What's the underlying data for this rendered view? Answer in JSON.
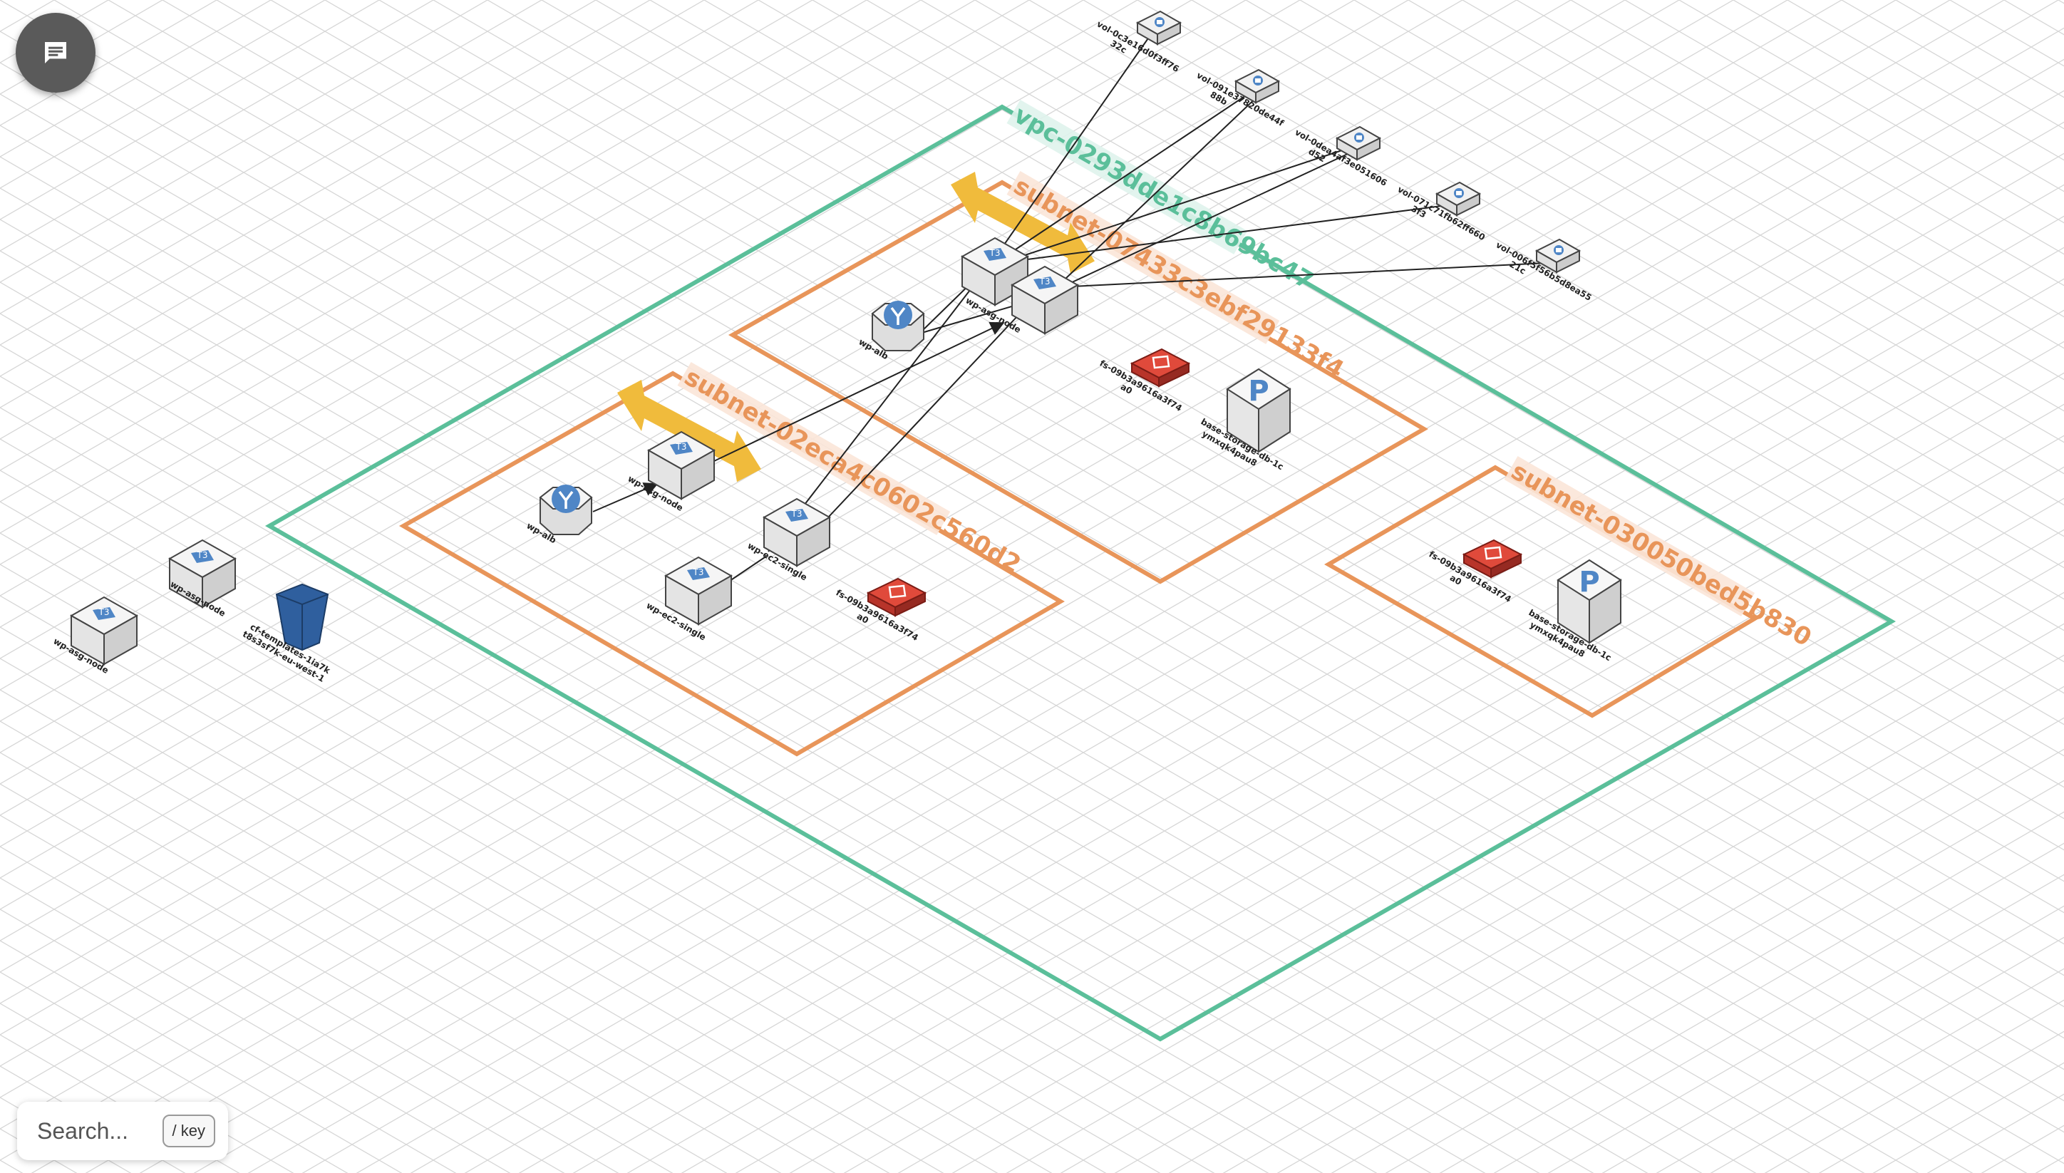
{
  "vpc": {
    "label": "vpc-0293dde1c8b69bc47",
    "color": "#5bbf9a"
  },
  "subnets": [
    {
      "id": "subnet-a",
      "label": "subnet-07433c3ebf29133f4",
      "color": "#e8955a"
    },
    {
      "id": "subnet-b",
      "label": "subnet-02eca4c0602c560d2",
      "color": "#e8955a"
    },
    {
      "id": "subnet-c",
      "label": "subnet-030050bed5b830",
      "color": "#e8955a"
    }
  ],
  "volumes": [
    {
      "line1": "vol-0c3e16d0f3ff76",
      "line2": "32c"
    },
    {
      "line1": "vol-091e37820de44f",
      "line2": "88b"
    },
    {
      "line1": "vol-0dea4af3e051606",
      "line2": "d52"
    },
    {
      "line1": "vol-071c71fb62ff660",
      "line2": "3f3"
    },
    {
      "line1": "vol-006f5f56b5d8ea55",
      "line2": "21c"
    }
  ],
  "nodes": {
    "asg_a1": {
      "label": "wp-asg-node",
      "chip": "T3"
    },
    "asg_a2": {
      "label": "",
      "chip": "T3"
    },
    "alb_a": {
      "label": "wp-alb"
    },
    "efs_a": {
      "line1": "fs-09b3a9616a3f74",
      "line2": "a0"
    },
    "rds_a": {
      "line1": "base-storage-db-1c",
      "line2": "ymxqk4pau8"
    },
    "asg_b": {
      "label": "wp-asg-node",
      "chip": "T3"
    },
    "alb_b": {
      "label": "wp-alb"
    },
    "ec2_b1": {
      "label": "wp-ec2-single",
      "chip": "T3"
    },
    "ec2_b2": {
      "label": "wp-ec2-single",
      "chip": "T3"
    },
    "efs_b": {
      "line1": "fs-09b3a9616a3f74",
      "line2": "a0"
    },
    "efs_c": {
      "line1": "fs-09b3a9616a3f74",
      "line2": "a0"
    },
    "rds_c": {
      "line1": "base-storage-db-1c",
      "line2": "ymxqk4pau8"
    },
    "out1": {
      "label": "wp-asg-node",
      "chip": "T3"
    },
    "out2": {
      "label": "wp-asg-node",
      "chip": "T3"
    },
    "s3": {
      "line1": "cf-templates-1ia7k",
      "line2": "t8s3sf7k-eu-west-1"
    }
  },
  "ui": {
    "chat_icon": "chat-bubble-icon",
    "search_placeholder": "Search...",
    "search_key_hint": "/ key"
  },
  "colors": {
    "grid": "#d9d9d9",
    "asg_arrows": "#f0bb3c",
    "chip": "#4f86c6",
    "efs": "#c9352b"
  }
}
